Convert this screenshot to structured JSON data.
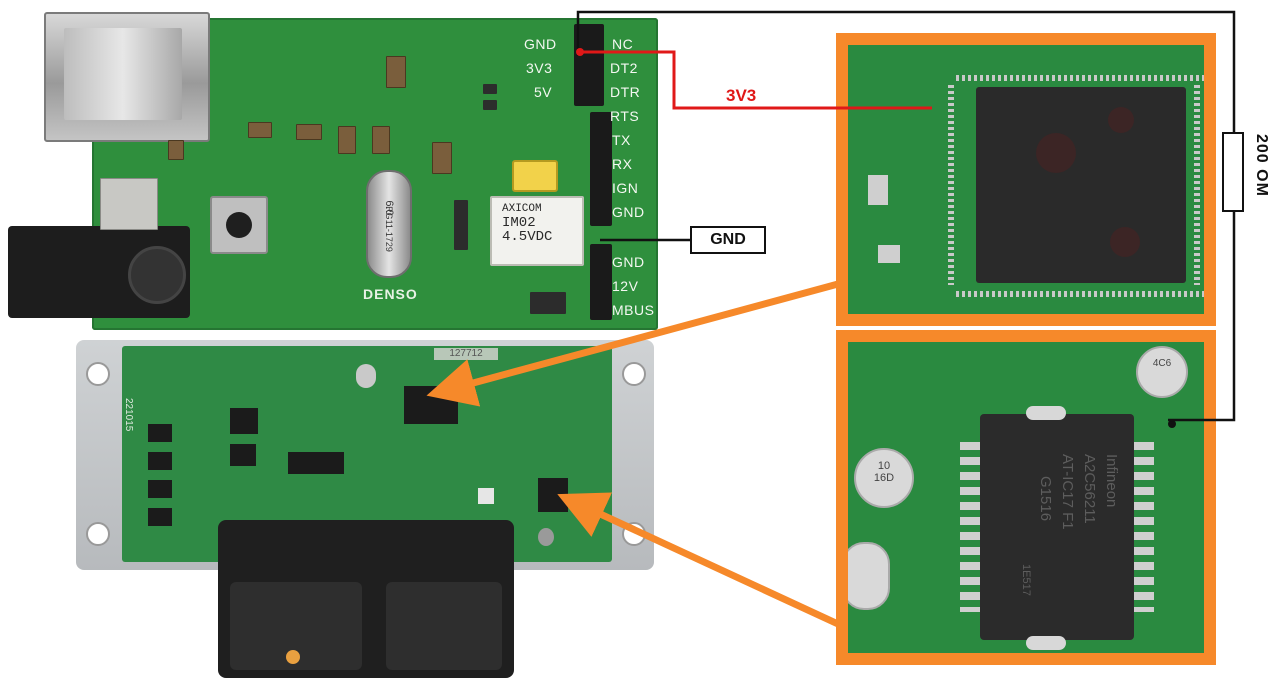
{
  "adapter": {
    "pin_labels": [
      "NC",
      "DT2",
      "DTR",
      "RTS",
      "TX",
      "RX",
      "IGN",
      "GND",
      "GND",
      "12V",
      "MBUS"
    ],
    "left_pin_labels": [
      "GND",
      "3V3",
      "5V"
    ],
    "board_label": "DENSO",
    "relay_text": [
      "AXICOM",
      "IM02",
      "4.5VDC"
    ],
    "crystal_text": "6.0",
    "crystal_code": "RG11-1729"
  },
  "ecu": {
    "stickers": [
      "221015",
      "127712"
    ]
  },
  "insets": {
    "bottom_chip_text": [
      "Infineon",
      "A2C56211",
      "AT-IC17 F1",
      "G1516",
      "1E517"
    ],
    "cap_text_1": "10",
    "cap_text_2": "16D",
    "cap_text_3": "4C6"
  },
  "annotations": {
    "label_3v3": "3V3",
    "label_gnd": "GND",
    "label_resistor": "200 OM"
  },
  "colors": {
    "wire_3v3": "#e01818",
    "wire_gnd": "#111111",
    "arrow": "#f6892a",
    "frame": "#f6892a",
    "pcb_green": "#2f8f3d"
  }
}
